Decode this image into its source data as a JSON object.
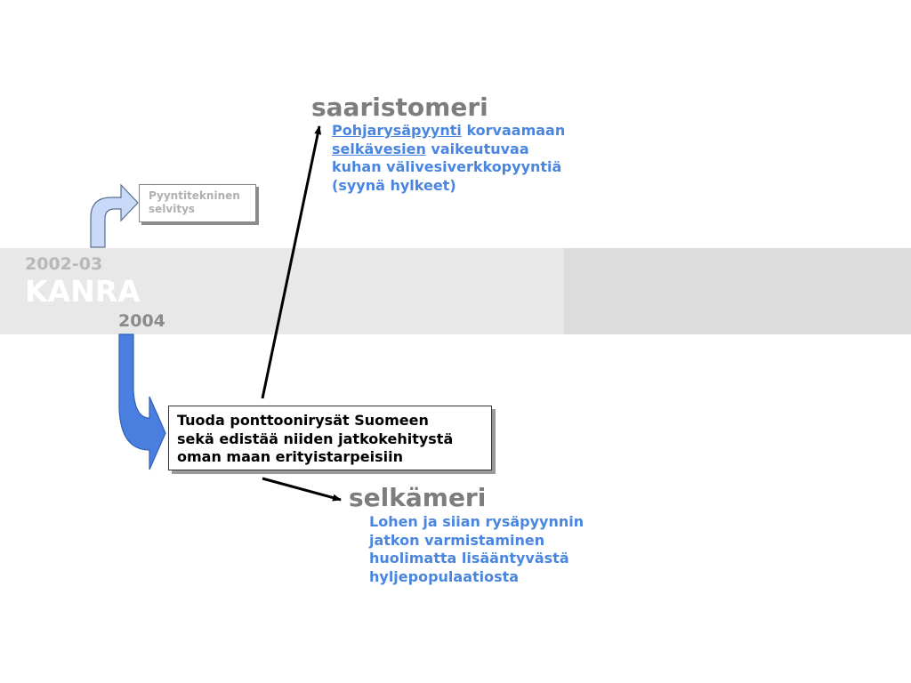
{
  "timeline": {
    "earlier_years": "2002-03",
    "project": "KANRA",
    "current_year": "2004"
  },
  "small_box": {
    "lines": [
      "Pyyntitekninen",
      "selvitys"
    ]
  },
  "main_box": {
    "lines": [
      "Tuoda ponttoonirysät Suomeen",
      "sekä edistää niiden jatkokehitystä",
      "oman maan erityistarpeisiin"
    ]
  },
  "saaristomeri": {
    "title": "saaristomeri",
    "line1_link": "Pohjarysäpyynti",
    "line1_rest": " korvaamaan",
    "line2_link": "selkävesien",
    "line2_rest": " vaikeutuvaa",
    "line3": "kuhan välivesiverkkopyyntiä",
    "line4": "(syynä hylkeet)"
  },
  "selkameri": {
    "title": "selkämeri",
    "lines": [
      "Lohen ja siian rysäpyynnin",
      "jatkon varmistaminen",
      "huolimatta lisääntyvästä",
      "hyljepopulaatiosta"
    ]
  },
  "colors": {
    "accent_blue": "#4a86e0",
    "curved_arrow_fill": "#4a7fe0",
    "small_arrow_fill": "#c9daf8",
    "title_gray": "#7d7d7d"
  }
}
